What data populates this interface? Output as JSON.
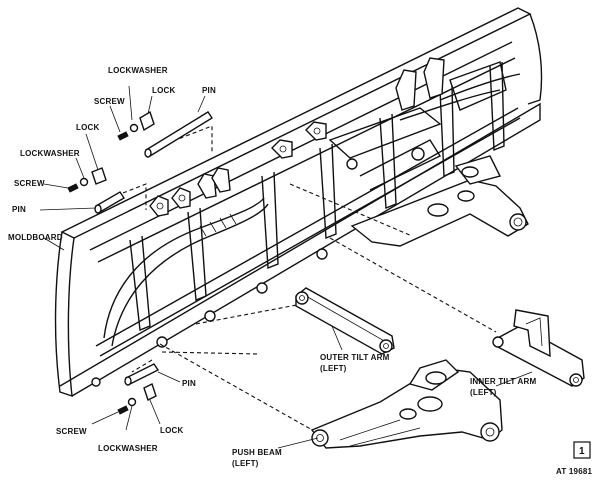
{
  "labels": {
    "lockwasher_top": "LOCKWASHER",
    "screw_top": "SCREW",
    "lock_top": "LOCK",
    "pin_top": "PIN",
    "lock_left": "LOCK",
    "lockwasher_left": "LOCKWASHER",
    "screw_left": "SCREW",
    "pin_left": "PIN",
    "moldboard": "MOLDBOARD",
    "outer_tilt_arm_line1": "OUTER TILT ARM",
    "outer_tilt_arm_line2": "(LEFT)",
    "inner_tilt_arm_line1": "INNER TILT ARM",
    "inner_tilt_arm_line2": "(LEFT)",
    "pin_bottom": "PIN",
    "lock_bottom": "LOCK",
    "screw_bottom": "SCREW",
    "lockwasher_bottom": "LOCKWASHER",
    "push_beam_line1": "PUSH BEAM",
    "push_beam_line2": "(LEFT)"
  },
  "figure": {
    "number": "1",
    "code": "AT 19681"
  }
}
